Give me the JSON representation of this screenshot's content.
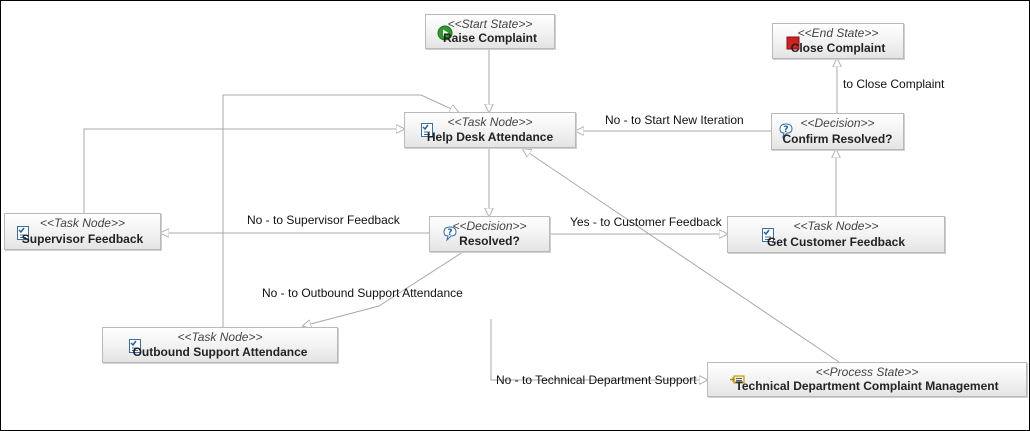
{
  "diagram": {
    "nodes": [
      {
        "id": "raise",
        "stereotype": "<<Start State>>",
        "name": "Raise Complaint",
        "icon": "start-state-icon"
      },
      {
        "id": "close",
        "stereotype": "<<End State>>",
        "name": "Close Complaint",
        "icon": "end-state-icon"
      },
      {
        "id": "helpdesk",
        "stereotype": "<<Task Node>>",
        "name": "Help Desk Attendance",
        "icon": "task-node-icon"
      },
      {
        "id": "confirm",
        "stereotype": "<<Decision>>",
        "name": "Confirm Resolved?",
        "icon": "decision-icon"
      },
      {
        "id": "supervisor",
        "stereotype": "<<Task Node>>",
        "name": "Supervisor Feedback",
        "icon": "task-node-icon"
      },
      {
        "id": "resolved",
        "stereotype": "<<Decision>>",
        "name": "Resolved?",
        "icon": "decision-icon"
      },
      {
        "id": "customer",
        "stereotype": "<<Task Node>>",
        "name": "Get Customer Feedback",
        "icon": "task-node-icon"
      },
      {
        "id": "outbound",
        "stereotype": "<<Task Node>>",
        "name": "Outbound Support Attendance",
        "icon": "task-node-icon"
      },
      {
        "id": "techdept",
        "stereotype": "<<Process State>>",
        "name": "Technical Department Complaint Management",
        "icon": "process-state-icon"
      }
    ],
    "edges": [
      {
        "id": "e-raise-help",
        "label": ""
      },
      {
        "id": "e-confirm-close",
        "label": "to Close Complaint"
      },
      {
        "id": "e-confirm-help",
        "label": "No - to Start New Iteration"
      },
      {
        "id": "e-help-resolved",
        "label": ""
      },
      {
        "id": "e-resolved-supervisor",
        "label": "No - to Supervisor Feedback"
      },
      {
        "id": "e-resolved-customer",
        "label": "Yes - to Customer Feedback"
      },
      {
        "id": "e-customer-confirm",
        "label": ""
      },
      {
        "id": "e-resolved-outbound",
        "label": "No - to Outbound Support Attendance"
      },
      {
        "id": "e-resolved-tech",
        "label": "No - to Technical Department Support"
      },
      {
        "id": "e-tech-help",
        "label": ""
      },
      {
        "id": "e-supervisor-help",
        "label": ""
      },
      {
        "id": "e-outbound-help",
        "label": ""
      }
    ],
    "colors": {
      "edge": "#a8a8a8",
      "node_border": "#b9b9b9",
      "text": "#222222"
    }
  }
}
